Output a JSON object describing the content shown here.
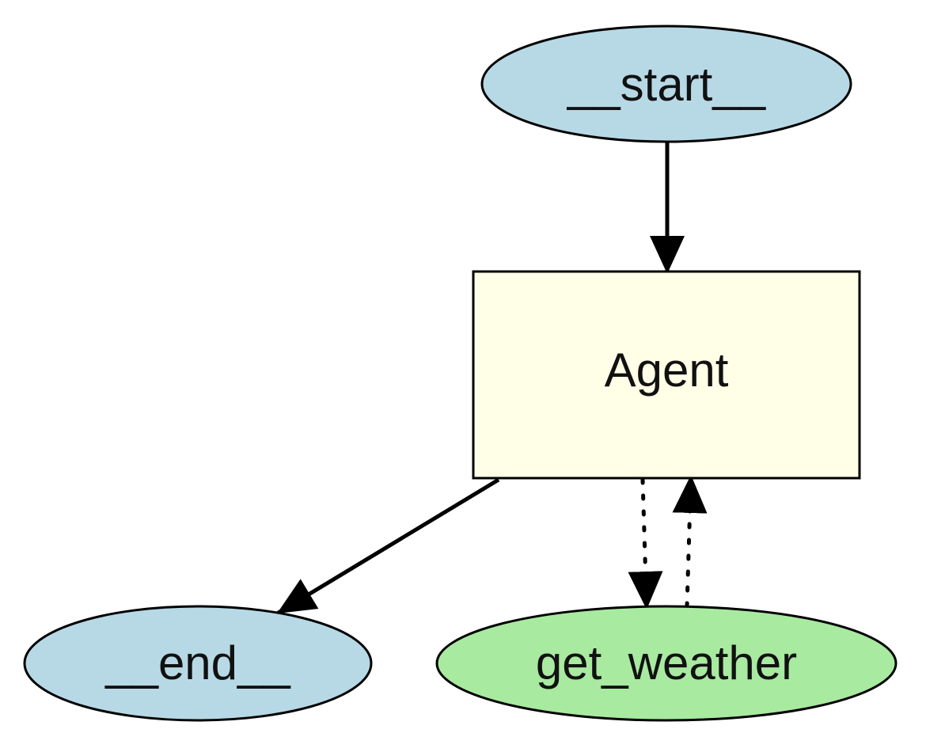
{
  "diagram": {
    "nodes": {
      "start": {
        "label": "__start__",
        "shape": "ellipse",
        "fill": "#b7d9e6"
      },
      "agent": {
        "label": "Agent",
        "shape": "rectangle",
        "fill": "#fffee6"
      },
      "end": {
        "label": "__end__",
        "shape": "ellipse",
        "fill": "#b7d9e6"
      },
      "get_weather": {
        "label": "get_weather",
        "shape": "ellipse",
        "fill": "#a8eaa0"
      }
    },
    "edges": [
      {
        "from": "__start__",
        "to": "Agent",
        "style": "solid"
      },
      {
        "from": "Agent",
        "to": "__end__",
        "style": "solid"
      },
      {
        "from": "Agent",
        "to": "get_weather",
        "style": "dotted"
      },
      {
        "from": "get_weather",
        "to": "Agent",
        "style": "dotted"
      }
    ],
    "colors": {
      "stroke": "#000000",
      "text": "#111111"
    }
  }
}
